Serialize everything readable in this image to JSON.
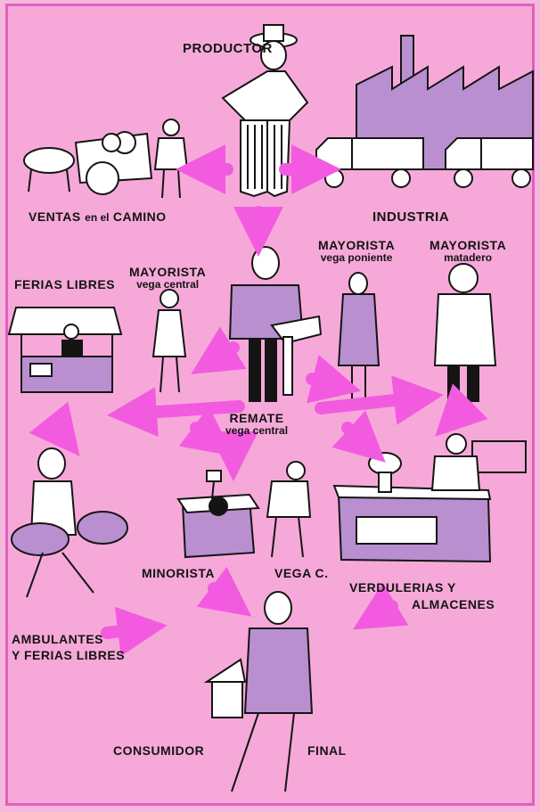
{
  "colors": {
    "background": "#f6a9d8",
    "arrow": "#f25be0",
    "ink": "#141414",
    "figure_fill": "#b98fd0"
  },
  "labels": {
    "productor": "PRODUCTOR",
    "ventas_main": "VENTAS",
    "ventas_en": "en el",
    "ventas_camino": "CAMINO",
    "industria": "INDUSTRIA",
    "ferias_libres": "FERIAS LIBRES",
    "mayorista_vc_title": "MAYORISTA",
    "mayorista_vc_sub": "vega central",
    "mayorista_vp_title": "MAYORISTA",
    "mayorista_vp_sub": "vega poniente",
    "mayorista_mat_title": "MAYORISTA",
    "mayorista_mat_sub": "matadero",
    "remate_title": "REMATE",
    "remate_sub": "vega central",
    "minorista": "MINORISTA",
    "vega_c": "VEGA C.",
    "verdulerias_1": "VERDULERIAS Y",
    "verdulerias_2": "ALMACENES",
    "ambulantes_1": "AMBULANTES",
    "ambulantes_2": "Y FERIAS LIBRES",
    "consumidor": "CONSUMIDOR",
    "final": "FINAL"
  }
}
